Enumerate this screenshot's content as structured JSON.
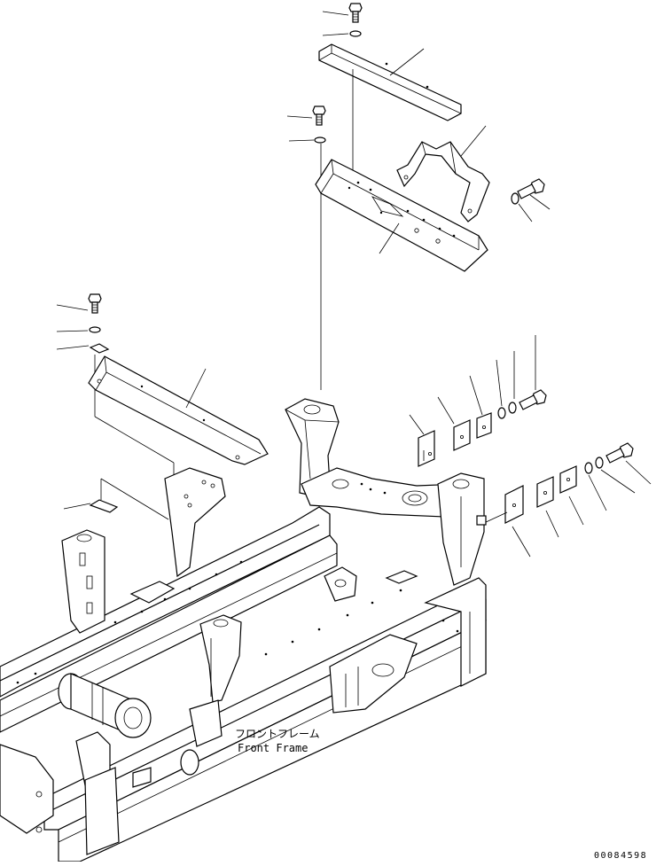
{
  "labels": {
    "frame_jp": "フロントフレーム",
    "frame_en": "Front Frame",
    "drawing_number": "00084598"
  },
  "icons": {
    "bolt": "hex-bolt-icon",
    "washer": "washer-icon"
  }
}
